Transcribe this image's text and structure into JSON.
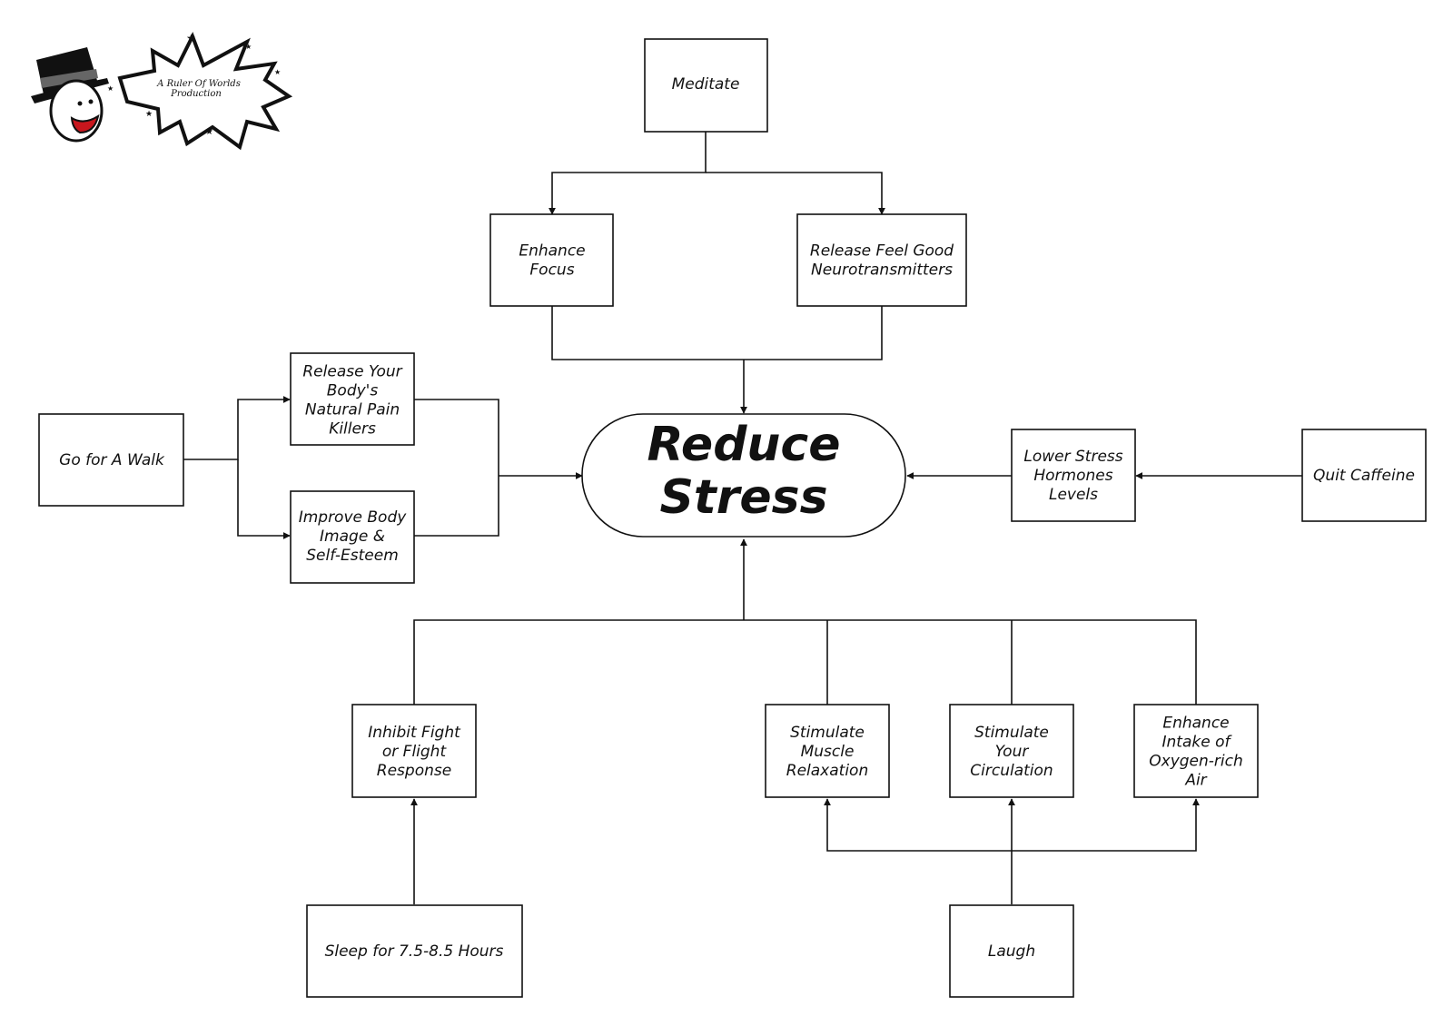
{
  "logo": {
    "caption_line1": "A Ruler Of Worlds",
    "caption_line2": "Production",
    "mouth_color": "#c8161d"
  },
  "center": {
    "line1": "Reduce",
    "line2": "Stress"
  },
  "nodes": {
    "meditate": [
      "Meditate"
    ],
    "enhance_focus": [
      "Enhance",
      "Focus"
    ],
    "release_feel_good": [
      "Release Feel Good",
      "Neurotransmitters"
    ],
    "go_for_walk": [
      "Go for A Walk"
    ],
    "release_pain_killers": [
      "Release Your",
      "Body's",
      "Natural Pain",
      "Killers"
    ],
    "improve_body_image": [
      "Improve Body",
      "Image &",
      "Self-Esteem"
    ],
    "lower_stress_hormones": [
      "Lower Stress",
      "Hormones",
      "Levels"
    ],
    "quit_caffeine": [
      "Quit Caffeine"
    ],
    "inhibit_fight_flight": [
      "Inhibit Fight",
      "or Flight",
      "Response"
    ],
    "stimulate_muscle": [
      "Stimulate",
      "Muscle",
      "Relaxation"
    ],
    "stimulate_circulation": [
      "Stimulate",
      "Your",
      "Circulation"
    ],
    "enhance_oxygen": [
      "Enhance",
      "Intake of",
      "Oxygen-rich",
      "Air"
    ],
    "sleep": [
      "Sleep for 7.5-8.5 Hours"
    ],
    "laugh": [
      "Laugh"
    ]
  }
}
